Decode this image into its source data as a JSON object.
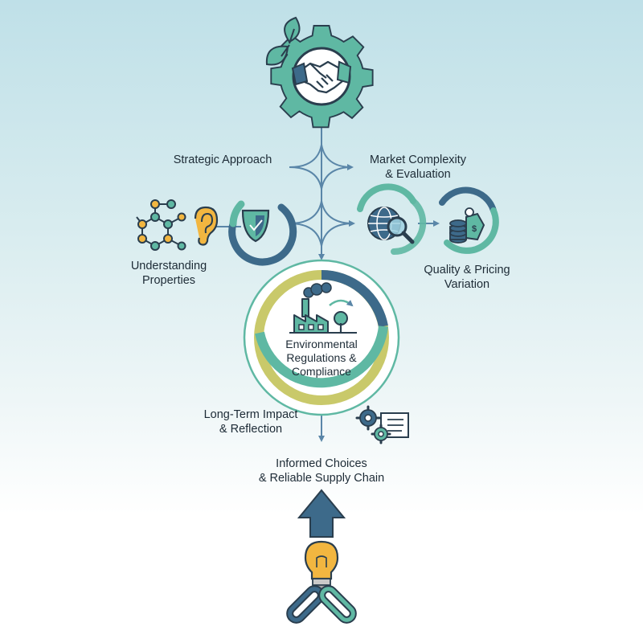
{
  "labels": {
    "strategic_approach": "Strategic Approach",
    "market_complexity": [
      "Market Complexity",
      "& Evaluation"
    ],
    "understanding_properties": [
      "Understanding",
      "Properties"
    ],
    "quality_pricing": [
      "Quality & Pricing",
      "Variation"
    ],
    "environmental": [
      "Environmental",
      "Regulations &",
      "Compliance"
    ],
    "long_term": [
      "Long-Term Impact",
      "& Reflection"
    ],
    "informed_choices": [
      "Informed Choices",
      "& Reliable Supply Chain"
    ]
  },
  "icons": [
    "gear-handshake-icon",
    "leaf-icon",
    "molecule-icon",
    "ear-icon",
    "shield-icon",
    "globe-magnifier-icon",
    "coins-price-tag-icon",
    "factory-tree-icon",
    "gears-document-icon",
    "up-arrow-icon",
    "lightbulb-icon",
    "chain-link-icon"
  ],
  "colors": {
    "teal": "#5fb8a3",
    "navy": "#3d6a8a",
    "olive": "#c9c96a",
    "yellow": "#f2b640",
    "line": "#5a86a8",
    "ink": "#1d2b36"
  }
}
